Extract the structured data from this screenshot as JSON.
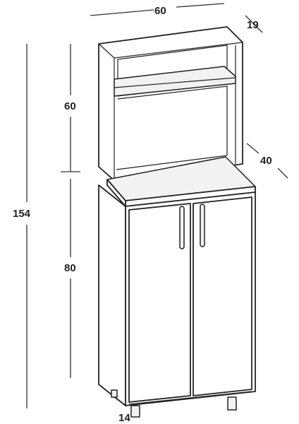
{
  "dimensions": {
    "width": "60",
    "depth_top": "19",
    "depth_bottom": "40",
    "height_top": "60",
    "height_total": "154",
    "height_bottom": "80",
    "leg_height": "14"
  }
}
